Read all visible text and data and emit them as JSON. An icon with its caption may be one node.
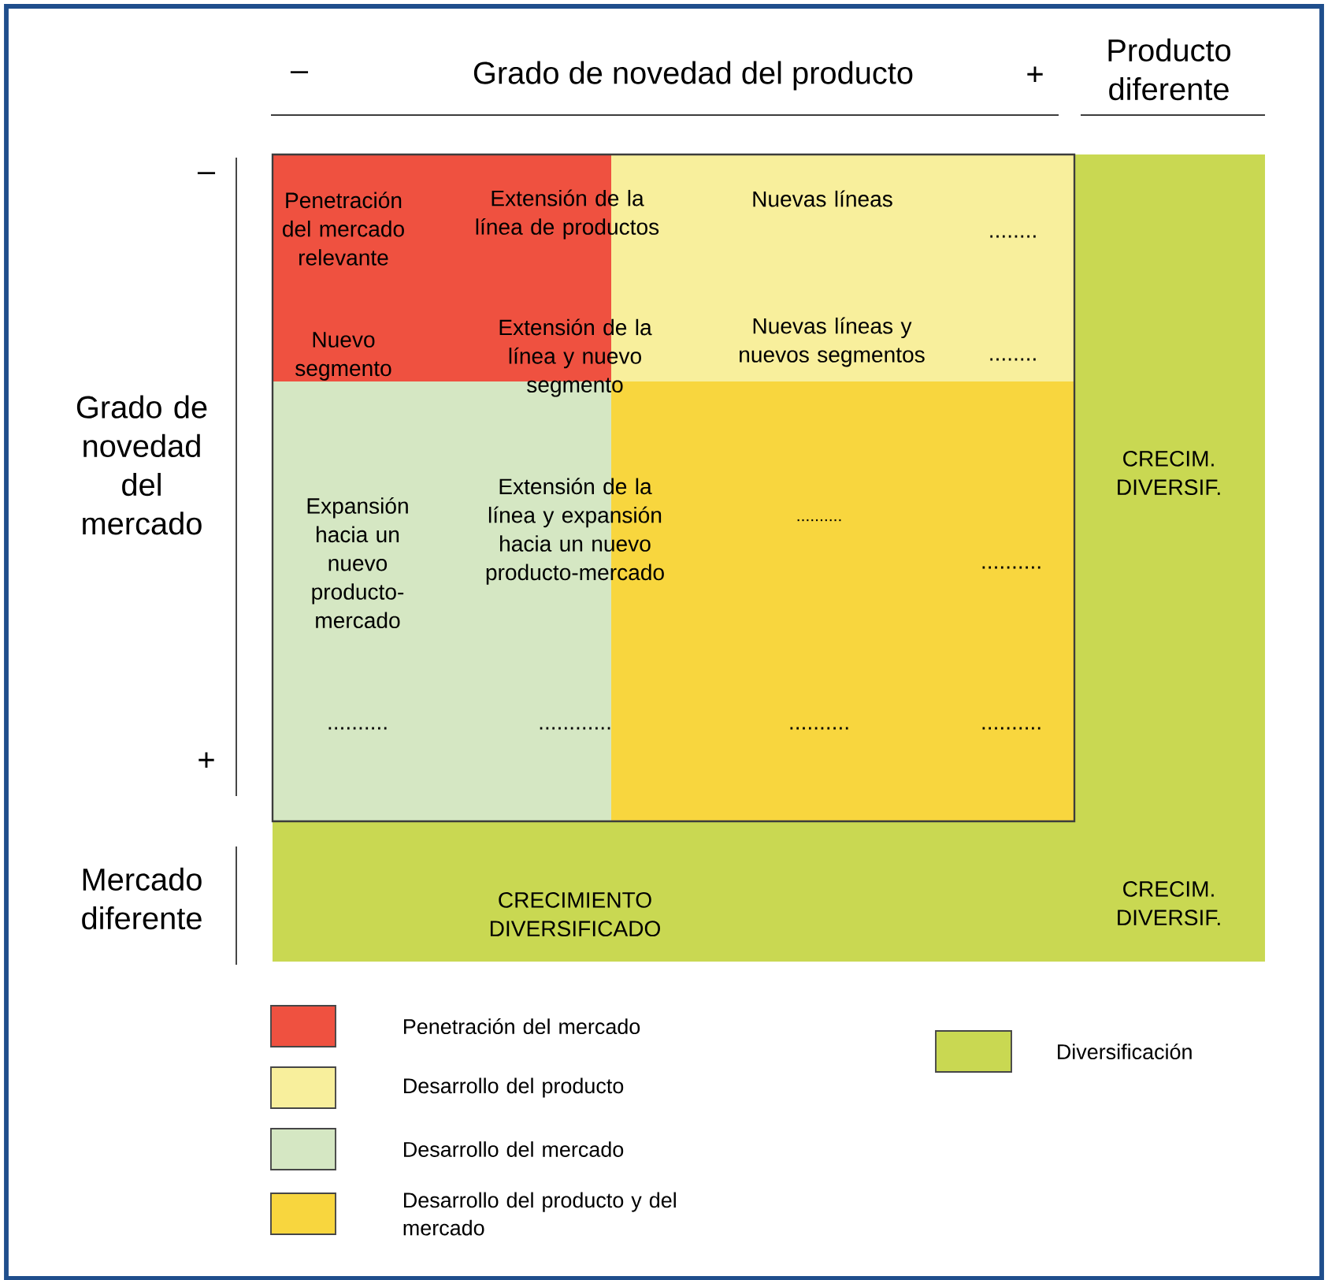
{
  "diagram": {
    "labels": [
      "–",
      "Grado de novedad del producto",
      "+",
      "Producto diferente",
      "–",
      "Penetración del mercado relevante",
      "Extensión de la línea de productos",
      "Nuevas líneas",
      "........",
      "Nuevo segmento",
      "Extensión de la línea y nuevo segmento",
      "Nuevas líneas y nuevos segmentos",
      "........",
      "Grado de novedad del mercado",
      "CRECIM. DIVERSIF.",
      "Expansión hacia un nuevo producto-mercado",
      "Extensión de la línea y expansión hacia un nuevo producto-mercado",
      "..........",
      "..........",
      "..........",
      "............",
      "..........",
      "..........",
      "+",
      "Mercado diferente",
      "CRECIMIENTO DIVERSIFICADO",
      "CRECIM. DIVERSIF."
    ],
    "legend": [
      {
        "text": "Penetración del mercado",
        "color": "#ef5140"
      },
      {
        "text": "Desarrollo del producto",
        "color": "#f8ef9c"
      },
      {
        "text": "Desarrollo del mercado",
        "color": "#d5e7c3"
      },
      {
        "text": "Desarrollo del producto y del mercado",
        "color": "#f8d63e"
      },
      {
        "text": "Diversificación",
        "color": "#c9d852"
      }
    ]
  }
}
